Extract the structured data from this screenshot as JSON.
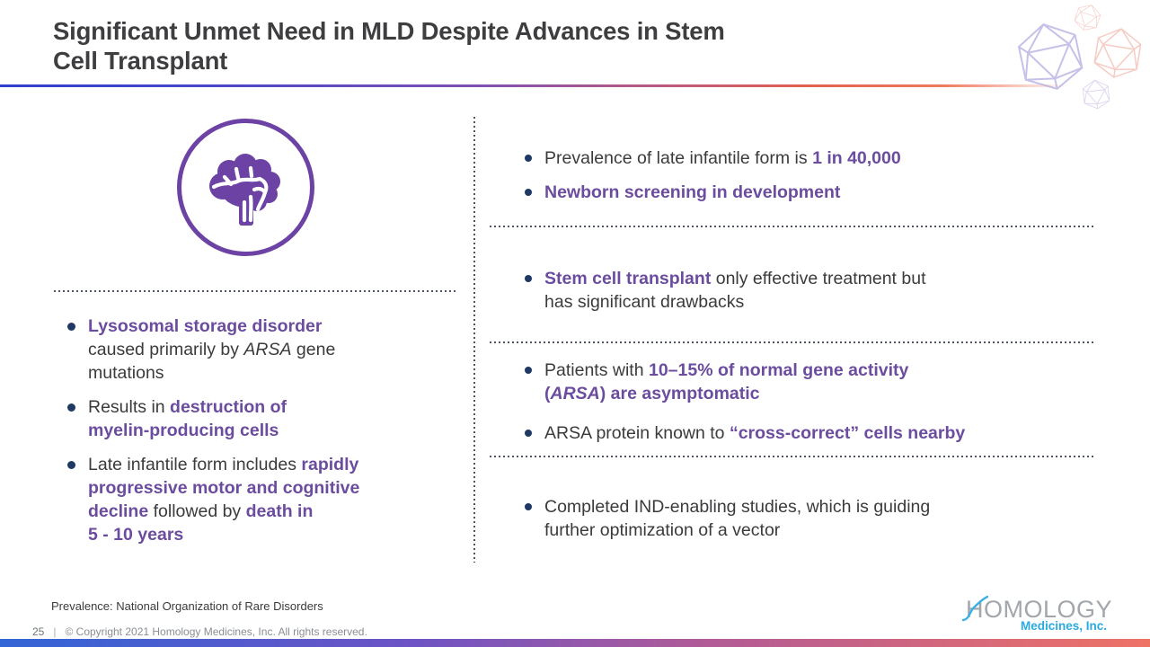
{
  "slide": {
    "title_lines": [
      "Significant Unmet Need in MLD Despite Advances in Stem",
      "Cell Transplant"
    ]
  },
  "colors": {
    "accent_purple": "#6B4C9E",
    "bullet_navy": "#1F3864",
    "body_text": "#3B3B3D",
    "brain_icon_purple": "#6C43A5",
    "logo_blue": "#29ABE2",
    "bar_gradient": [
      "#3265D6",
      "#6B53C6",
      "#B35B96",
      "#EF7265"
    ]
  },
  "icons": {
    "brain": "brain-icon",
    "icosahedron": "icosahedron-wireframe-icon"
  },
  "left": {
    "bullets": [
      [
        {
          "t": "Lysosomal storage disorder",
          "s": "bp"
        },
        {
          "s": "br"
        },
        {
          "t": "caused primarily by ",
          "s": "n"
        },
        {
          "t": "ARSA",
          "s": "i"
        },
        {
          "t": " gene",
          "s": "n"
        },
        {
          "s": "br"
        },
        {
          "t": "mutations",
          "s": "n"
        }
      ],
      [
        {
          "t": "Results in ",
          "s": "n"
        },
        {
          "t": "destruction of",
          "s": "bp"
        },
        {
          "s": "br"
        },
        {
          "t": "myelin-producing cells",
          "s": "bp"
        }
      ],
      [
        {
          "t": "Late infantile form includes ",
          "s": "n"
        },
        {
          "t": "rapidly",
          "s": "bp"
        },
        {
          "s": "br"
        },
        {
          "t": "progressive motor and cognitive",
          "s": "bp"
        },
        {
          "s": "br"
        },
        {
          "t": "decline",
          "s": "bp"
        },
        {
          "t": " followed by ",
          "s": "n"
        },
        {
          "t": "death in",
          "s": "bp"
        },
        {
          "s": "br"
        },
        {
          "t": "5 - 10 years",
          "s": "bp"
        }
      ]
    ]
  },
  "right": {
    "sections": [
      {
        "bullets": [
          [
            {
              "t": "Prevalence of late infantile form is ",
              "s": "n"
            },
            {
              "t": "1 in 40,000",
              "s": "bp"
            }
          ],
          [
            {
              "t": "Newborn screening in development",
              "s": "bp"
            }
          ]
        ]
      },
      {
        "bullets": [
          [
            {
              "t": "Stem cell transplant",
              "s": "bp"
            },
            {
              "t": " only effective treatment but",
              "s": "n"
            },
            {
              "s": "br"
            },
            {
              "t": "has significant drawbacks",
              "s": "n"
            }
          ]
        ]
      },
      {
        "bullets": [
          [
            {
              "t": "Patients with ",
              "s": "n"
            },
            {
              "t": "10–15% of normal gene activity",
              "s": "bp"
            },
            {
              "s": "br"
            },
            {
              "t": "(",
              "s": "bp"
            },
            {
              "t": "ARSA",
              "s": "bpi"
            },
            {
              "t": ") are asymptomatic",
              "s": "bp"
            }
          ],
          [
            {
              "t": "ARSA protein known to ",
              "s": "n"
            },
            {
              "t": "“cross-correct” cells nearby",
              "s": "bp"
            }
          ]
        ]
      },
      {
        "bullets": [
          [
            {
              "t": "Completed IND-enabling studies, which is guiding",
              "s": "n"
            },
            {
              "s": "br"
            },
            {
              "t": "further optimization of a vector",
              "s": "n"
            }
          ]
        ]
      }
    ]
  },
  "footer": {
    "footnote": "Prevalence: National Organization of Rare Disorders",
    "page_number": "25",
    "separator": "|",
    "copyright": "© Copyright 2021 Homology Medicines, Inc. All rights reserved."
  },
  "logo": {
    "word": "HOMOLOGY",
    "sub": "Medicines, Inc."
  }
}
